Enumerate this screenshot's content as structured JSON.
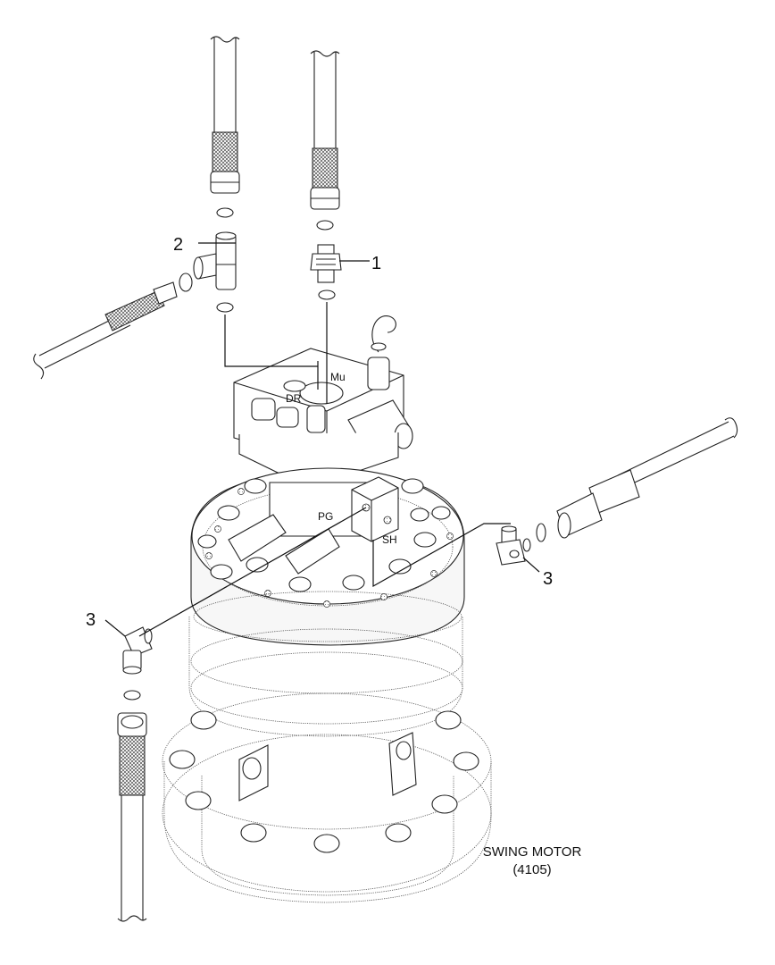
{
  "callouts": [
    {
      "id": "callout-1",
      "label": "1"
    },
    {
      "id": "callout-2",
      "label": "2"
    },
    {
      "id": "callout-3-right",
      "label": "3"
    },
    {
      "id": "callout-3-left",
      "label": "3"
    }
  ],
  "ports": {
    "mu": "Mu",
    "dr": "DR",
    "pg": "PG",
    "sh": "SH"
  },
  "caption": {
    "line1": "SWING MOTOR",
    "line2": "(4105)"
  }
}
